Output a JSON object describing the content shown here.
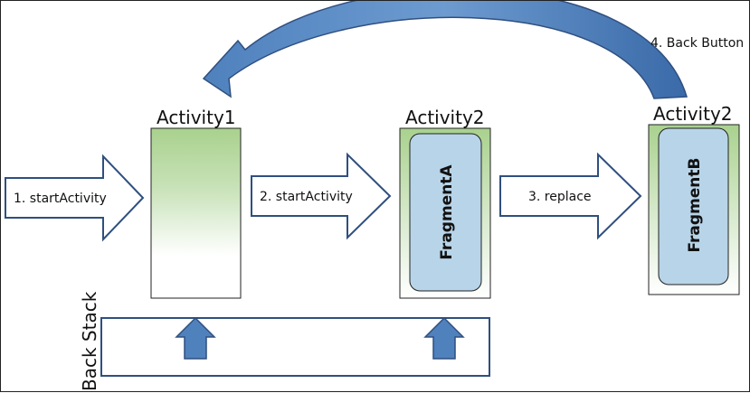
{
  "activities": {
    "a1": {
      "title": "Activity1"
    },
    "a2": {
      "title": "Activity2",
      "fragment": "FragmentA"
    },
    "a3": {
      "title": "Activity2",
      "fragment": "FragmentB"
    }
  },
  "arrows": {
    "step1": "1. startActivity",
    "step2": "2. startActivity",
    "step3": "3. replace",
    "step4": "4. Back Button"
  },
  "back_stack": {
    "label": "Back Stack"
  },
  "colors": {
    "activity_green": "#a9d18e",
    "fragment_blue": "#b8d4e8",
    "arrow_blue": "#4f81bd",
    "arrow_stroke": "#2f4f7f"
  }
}
